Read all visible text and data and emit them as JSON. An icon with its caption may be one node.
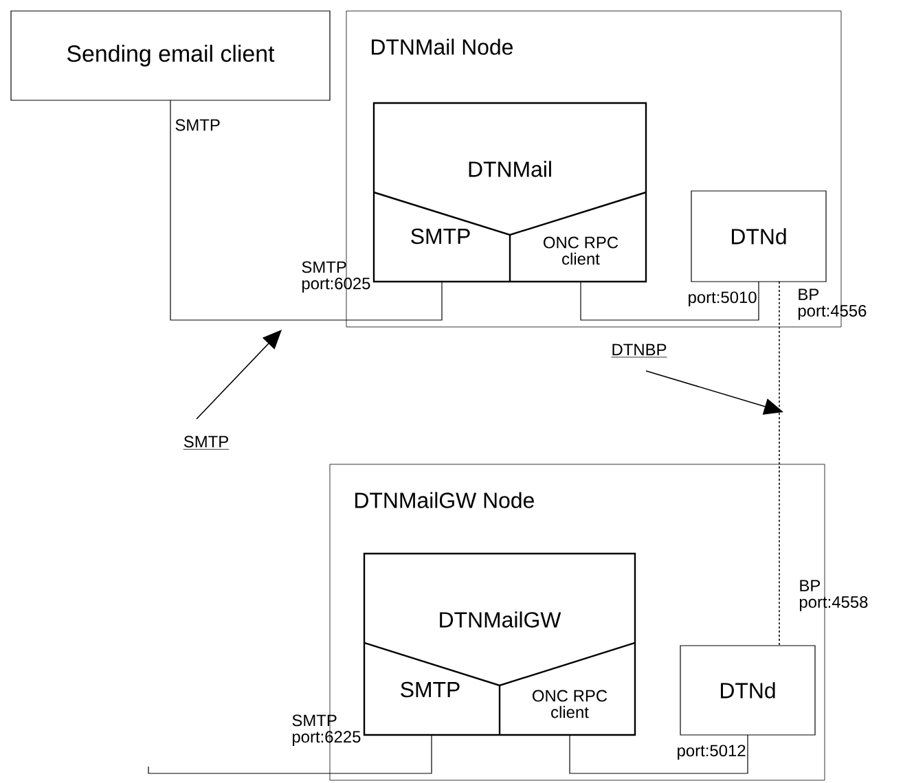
{
  "diagram": {
    "nodes": [
      {
        "text": [
          "Sending email client"
        ]
      },
      {
        "text": [
          "DTNMail Node"
        ]
      },
      {
        "text": [
          "DTNMail"
        ],
        "in": 1
      },
      {
        "text": [
          "SMTP"
        ],
        "in": 2
      },
      {
        "text": [
          "ONC RPC client"
        ],
        "in": 2
      },
      {
        "text": [
          "DTNd"
        ],
        "in": 1
      },
      {
        "text": [
          "DTNMailGW Node"
        ]
      },
      {
        "text": [
          "DTNMailGW"
        ],
        "in": 6
      },
      {
        "text": [
          "SMTP"
        ],
        "in": 7
      },
      {
        "text": [
          "ONC RPC client"
        ],
        "in": 7
      },
      {
        "text": [
          "DTNd"
        ],
        "in": 6
      },
      {
        "text": [
          "SMTP"
        ]
      },
      {
        "text": [
          "DTNBP"
        ]
      }
    ],
    "edges": [
      {
        "from": 0,
        "to": 3,
        "arrow": "none",
        "label": "SMTP"
      },
      {
        "from": 4,
        "to": 5,
        "arrow": "none"
      },
      {
        "from": 5,
        "to": 10,
        "arrow": "none",
        "style": "dashed"
      },
      {
        "from": 8,
        "to": null,
        "arrow": "none"
      },
      {
        "from": 9,
        "to": 10,
        "arrow": "none"
      },
      {
        "from": 11,
        "to": null,
        "arrow": "to"
      },
      {
        "from": 12,
        "to": null,
        "arrow": "to"
      }
    ],
    "labels": [
      "SMTP port:6025",
      "port:5010",
      "BP port:4556",
      "BP port:4558",
      "SMTP port:6225",
      "port:5012"
    ]
  }
}
